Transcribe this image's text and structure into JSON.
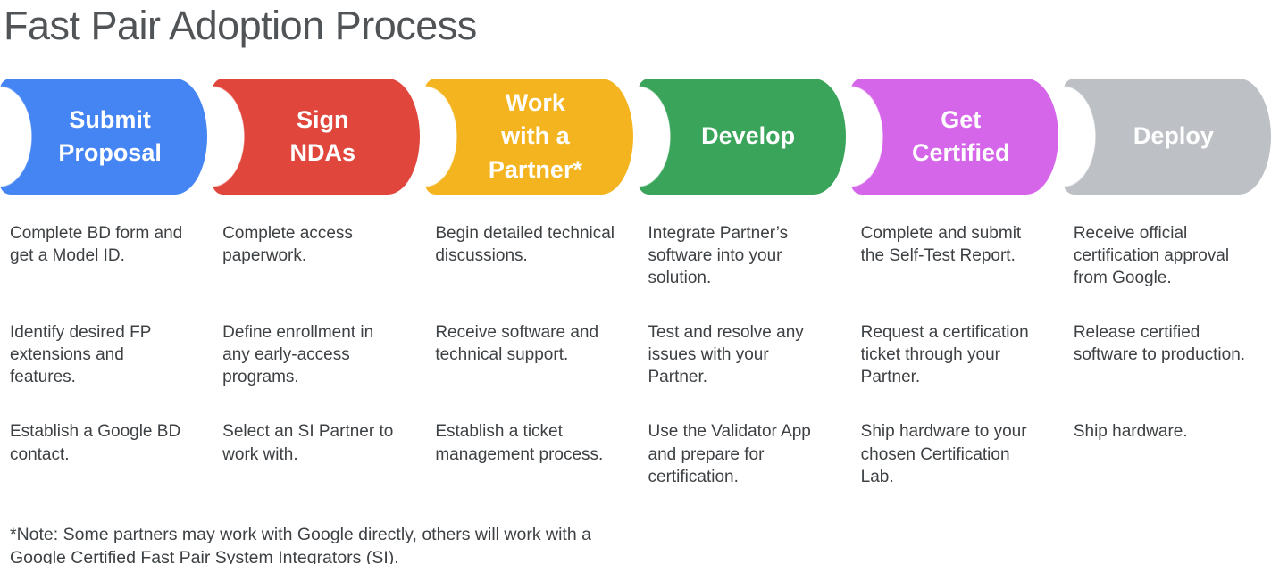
{
  "title": "Fast Pair Adoption Process",
  "steps": [
    {
      "label": "Submit\nProposal",
      "color": "#4484F3",
      "details": [
        "Complete BD form and get a Model ID.",
        "Identify desired FP extensions and features.",
        "Establish a Google BD contact."
      ]
    },
    {
      "label": "Sign\nNDAs",
      "color": "#E0463C",
      "details": [
        "Complete access paperwork.",
        "Define enrollment in any early-access programs.",
        "Select an SI Partner to work with."
      ]
    },
    {
      "label": "Work\nwith a\nPartner*",
      "color": "#F3B41F",
      "details": [
        "Begin detailed technical discussions.",
        "Receive software and technical support.",
        "Establish a ticket management process."
      ]
    },
    {
      "label": "Develop",
      "color": "#39A45A",
      "details": [
        "Integrate Partner’s software into your solution.",
        "Test and resolve any issues with your Partner.",
        "Use the Validator App and prepare for certification."
      ]
    },
    {
      "label": "Get\nCertified",
      "color": "#D566EA",
      "details": [
        "Complete and submit the Self-Test Report.",
        "Request a certification ticket through your Partner.",
        "Ship hardware to your chosen Certification Lab."
      ]
    },
    {
      "label": "Deploy",
      "color": "#BDC1C6",
      "details": [
        "Receive official certification approval from Google.",
        "Release certified software to production.",
        "Ship hardware."
      ]
    }
  ],
  "note": "*Note: Some partners may work with Google directly, others will work with a\nGoogle Certified Fast Pair System Integrators (SI)."
}
